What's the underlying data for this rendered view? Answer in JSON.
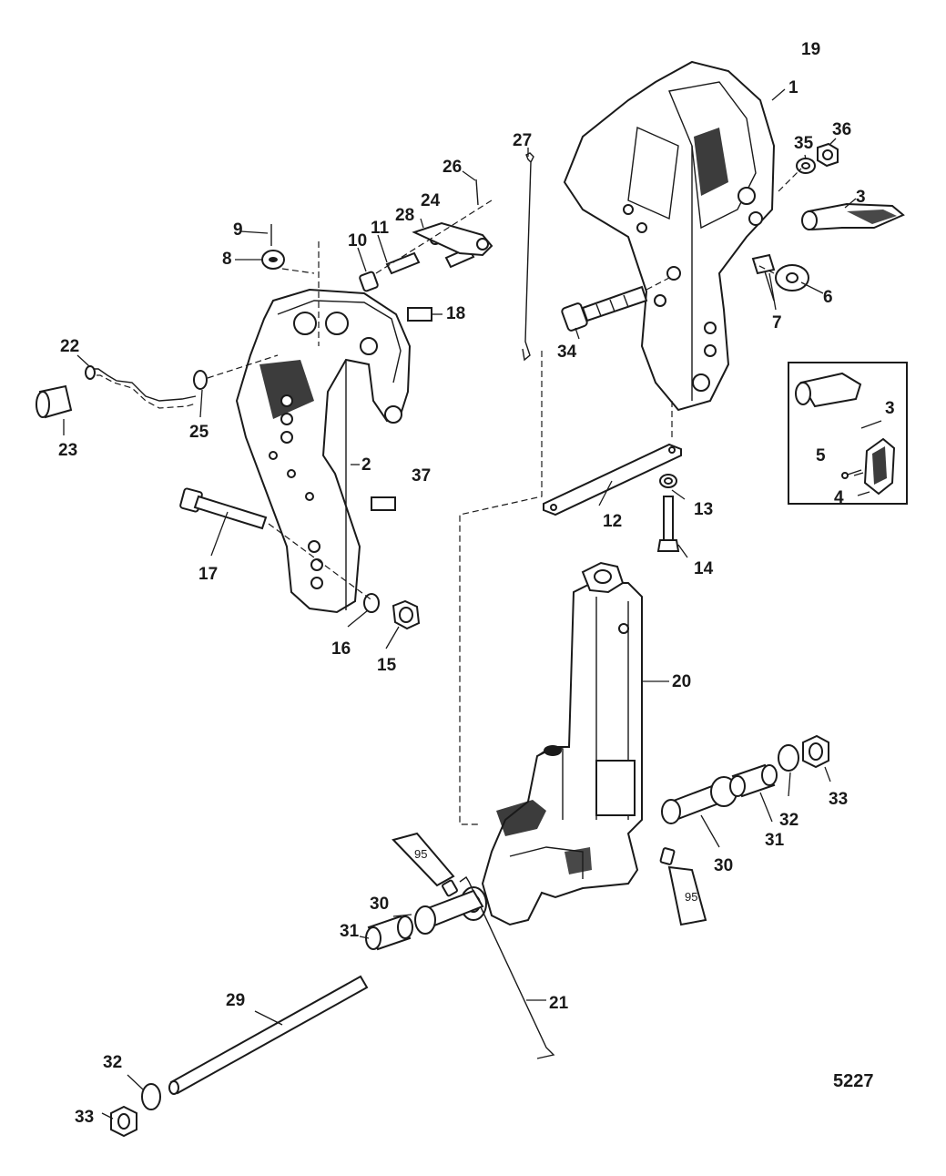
{
  "figure_id": "5227",
  "tube_label": "95",
  "callouts": [
    "19",
    "1",
    "36",
    "35",
    "3",
    "7",
    "6",
    "34",
    "27",
    "26",
    "24",
    "28",
    "11",
    "10",
    "9",
    "8",
    "18",
    "22",
    "23",
    "25",
    "2",
    "37",
    "17",
    "16",
    "15",
    "12",
    "13",
    "14",
    "5",
    "4",
    "3",
    "20",
    "33",
    "32",
    "31",
    "30",
    "95",
    "21",
    "30",
    "31",
    "29",
    "32",
    "33"
  ]
}
